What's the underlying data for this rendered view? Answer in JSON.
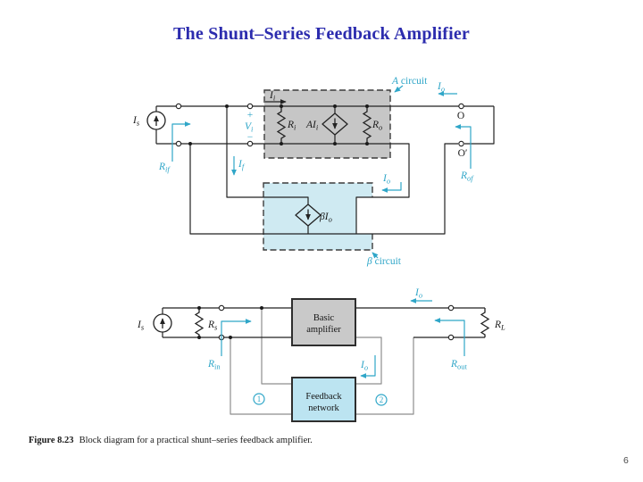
{
  "slide": {
    "title": "The Shunt–Series Feedback Amplifier",
    "caption_label": "Figure 8.23",
    "caption_text": "Block diagram for a practical shunt–series feedback amplifier.",
    "page_number": "6"
  },
  "colors": {
    "title": "#2c2cae",
    "annotation": "#2fa6c8",
    "wire": "#222222",
    "loop_wire": "#8e8e8e",
    "a_box_fill": "#c6c6c6",
    "beta_box_fill": "#cfeaf2",
    "amp_box_fill": "#c9c9c9",
    "feedback_box_fill": "#bce4f1",
    "box_border": "#2e2e2e"
  },
  "top": {
    "labels": {
      "is": {
        "m": "I",
        "s": "s"
      },
      "rif": {
        "m": "R",
        "s": "if"
      },
      "plus": "+",
      "vi": {
        "m": "V",
        "s": "i"
      },
      "minus": "−",
      "i_f": {
        "m": "I",
        "s": "f"
      },
      "i_i": {
        "m": "I",
        "s": "i"
      },
      "ri": {
        "m": "R",
        "s": "i"
      },
      "aii": {
        "m": "AI",
        "s": "i"
      },
      "ro": {
        "m": "R",
        "s": "o"
      },
      "a_circuit": {
        "em": "A",
        "rest": " circuit"
      },
      "io_out": {
        "m": "I",
        "s": "o"
      },
      "o": "O",
      "o_prime": "O′",
      "rof": {
        "m": "R",
        "s": "of"
      },
      "io_fb": {
        "m": "I",
        "s": "o"
      },
      "beta_io": {
        "m": "βI",
        "s": "o"
      },
      "beta_circuit": {
        "em": "β",
        "rest": " circuit"
      }
    }
  },
  "bottom": {
    "labels": {
      "is": {
        "m": "I",
        "s": "s"
      },
      "rs": {
        "m": "R",
        "s": "s"
      },
      "rin": {
        "m": "R",
        "s": "in"
      },
      "amp1": "Basic",
      "amp2": "amplifier",
      "fb1": "Feedback",
      "fb2": "network",
      "io_out": {
        "m": "I",
        "s": "o"
      },
      "io_fb": {
        "m": "I",
        "s": "o"
      },
      "rout": {
        "m": "R",
        "s": "out"
      },
      "rl": {
        "m": "R",
        "s": "L"
      },
      "n1": "1",
      "n2": "2"
    }
  }
}
